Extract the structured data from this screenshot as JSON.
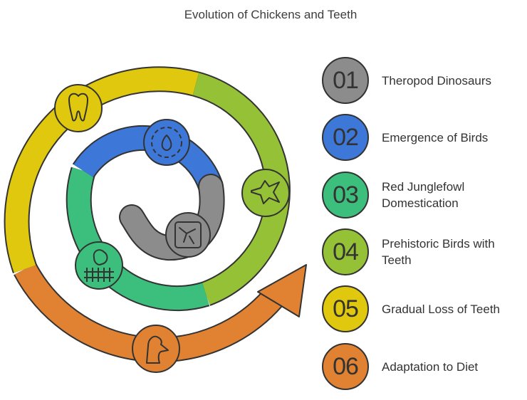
{
  "title": "Evolution of Chickens and Teeth",
  "colors": {
    "gray": "#8c8c8c",
    "blue": "#3d78d8",
    "green": "#3cbf7d",
    "lime": "#94c135",
    "yellow": "#e0c80f",
    "orange": "#e08232",
    "outline": "#333333"
  },
  "steps": [
    {
      "number": "01",
      "label": "Theropod Dinosaurs",
      "color": "#8c8c8c",
      "icon": "fossil-icon"
    },
    {
      "number": "02",
      "label": "Emergence of Birds",
      "color": "#3d78d8",
      "icon": "egg-icon"
    },
    {
      "number": "03",
      "label": "Red Junglefowl Domestication",
      "color": "#3cbf7d",
      "icon": "chicken-fence-icon"
    },
    {
      "number": "04",
      "label": "Prehistoric Birds with Teeth",
      "color": "#94c135",
      "icon": "pterodactyl-icon"
    },
    {
      "number": "05",
      "label": "Gradual Loss of Teeth",
      "color": "#e0c80f",
      "icon": "tooth-icon"
    },
    {
      "number": "06",
      "label": "Adaptation to Diet",
      "color": "#e08232",
      "icon": "duck-icon"
    }
  ]
}
